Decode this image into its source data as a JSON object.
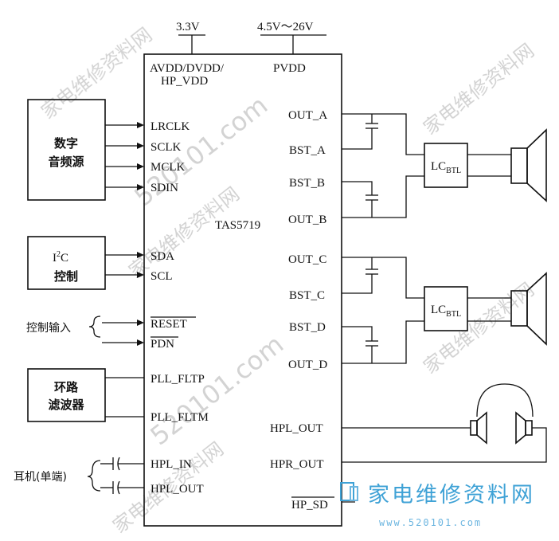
{
  "supplies": {
    "low": "3.3V",
    "high": "4.5V～26V"
  },
  "chip": {
    "name": "TAS5719",
    "power_pins": {
      "avdd_line1": "AVDD/DVDD/",
      "avdd_line2": "HP_VDD",
      "pvdd": "PVDD"
    },
    "left_pins": {
      "lrclk": "LRCLK",
      "sclk": "SCLK",
      "mclk": "MCLK",
      "sdin": "SDIN",
      "sda": "SDA",
      "scl": "SCL",
      "reset": "RESET",
      "pdn": "PDN",
      "pll_fltp": "PLL_FLTP",
      "pll_fltm": "PLL_FLTM",
      "hpl_in": "HPL_IN",
      "hpl_out": "HPL_OUT"
    },
    "right_pins": {
      "out_a": "OUT_A",
      "bst_a": "BST_A",
      "bst_b": "BST_B",
      "out_b": "OUT_B",
      "out_c": "OUT_C",
      "bst_c": "BST_C",
      "bst_d": "BST_D",
      "out_d": "OUT_D",
      "hpl_out": "HPL_OUT",
      "hpr_out": "HPR_OUT",
      "hp_sd": "HP_SD"
    }
  },
  "blocks": {
    "digital_source": {
      "line1": "数字",
      "line2": "音频源"
    },
    "i2c": {
      "i": "I",
      "sup": "2",
      "c": "C",
      "line2": "控制"
    },
    "control_input": "控制输入",
    "loop_filter": {
      "line1": "环路",
      "line2": "滤波器"
    },
    "headphone": "耳机(单端)",
    "lc_filter": {
      "main": "LC",
      "sub": "BTL"
    }
  },
  "watermark": {
    "cn": "家电维修资料网",
    "url": "520101.com",
    "logo": "家电维修资料网",
    "logo_url": "www.520101.com"
  },
  "colors": {
    "ink": "#111111",
    "watermark_logo": "#3fa2d6"
  }
}
